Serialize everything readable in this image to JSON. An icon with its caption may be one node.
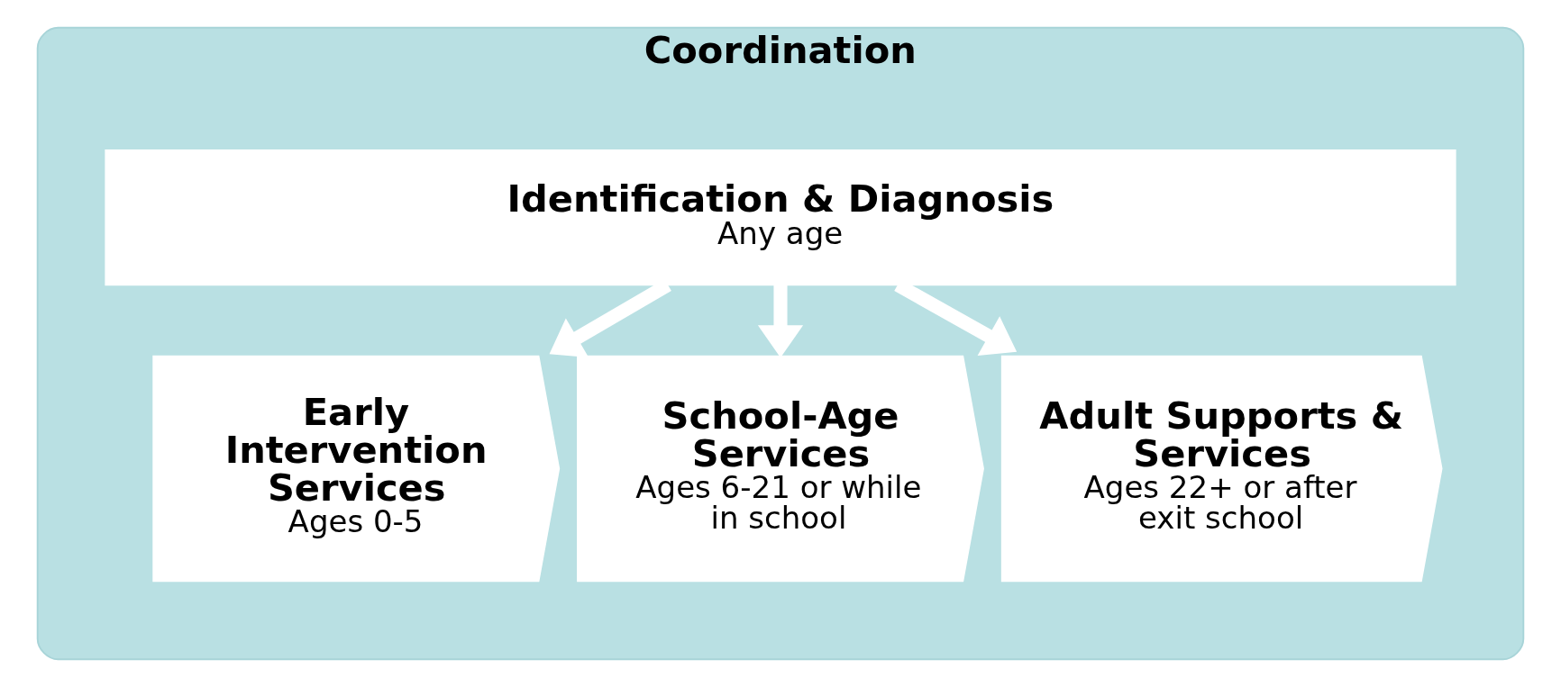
{
  "diagram": {
    "nodes": [
      {
        "text": [
          "Coordination"
        ]
      },
      {
        "text": [
          "Identification & Diagnosis",
          "Any age"
        ],
        "in": 0
      },
      {
        "text": [
          "Early Intervention Services",
          "Ages 0-5"
        ],
        "in": 0
      },
      {
        "text": [
          "School-Age Services",
          "Ages 6-21 or while in school"
        ],
        "in": 0
      },
      {
        "text": [
          "Adult Supports & Services",
          "Ages 22+ or after exit school"
        ],
        "in": 0
      }
    ],
    "edges": [
      {
        "from": 1,
        "to": 2,
        "arrow": "to"
      },
      {
        "from": 1,
        "to": 3,
        "arrow": "to"
      },
      {
        "from": 1,
        "to": 4,
        "arrow": "to"
      }
    ]
  }
}
